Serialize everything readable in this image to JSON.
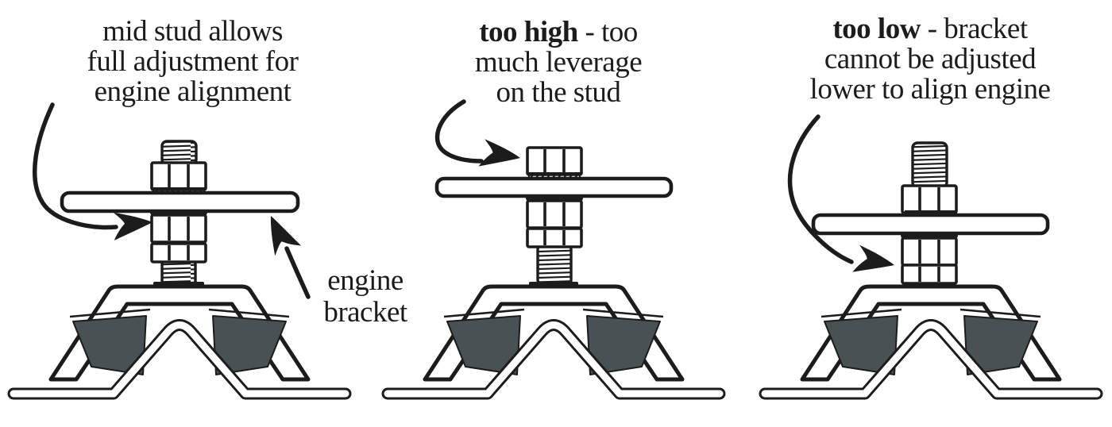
{
  "figure": {
    "colors": {
      "ink": "#1c1c1c",
      "rubber": "#485153",
      "background": "#ffffff"
    },
    "panels": [
      {
        "name": "mid-stud",
        "caption": {
          "line1_bold": "",
          "line1_rest": "mid stud allows",
          "line2": "full adjustment for",
          "line3": "engine alignment"
        }
      },
      {
        "name": "too-high",
        "caption": {
          "line1_bold": "too high",
          "line1_rest": " - too",
          "line2": "much leverage",
          "line3": "on the stud"
        }
      },
      {
        "name": "too-low",
        "caption": {
          "line1_bold": "too low",
          "line1_rest": " - bracket",
          "line2": "cannot be adjusted",
          "line3": "lower to align engine"
        }
      }
    ],
    "labels": {
      "engine_bracket": "engine\nbracket"
    }
  }
}
